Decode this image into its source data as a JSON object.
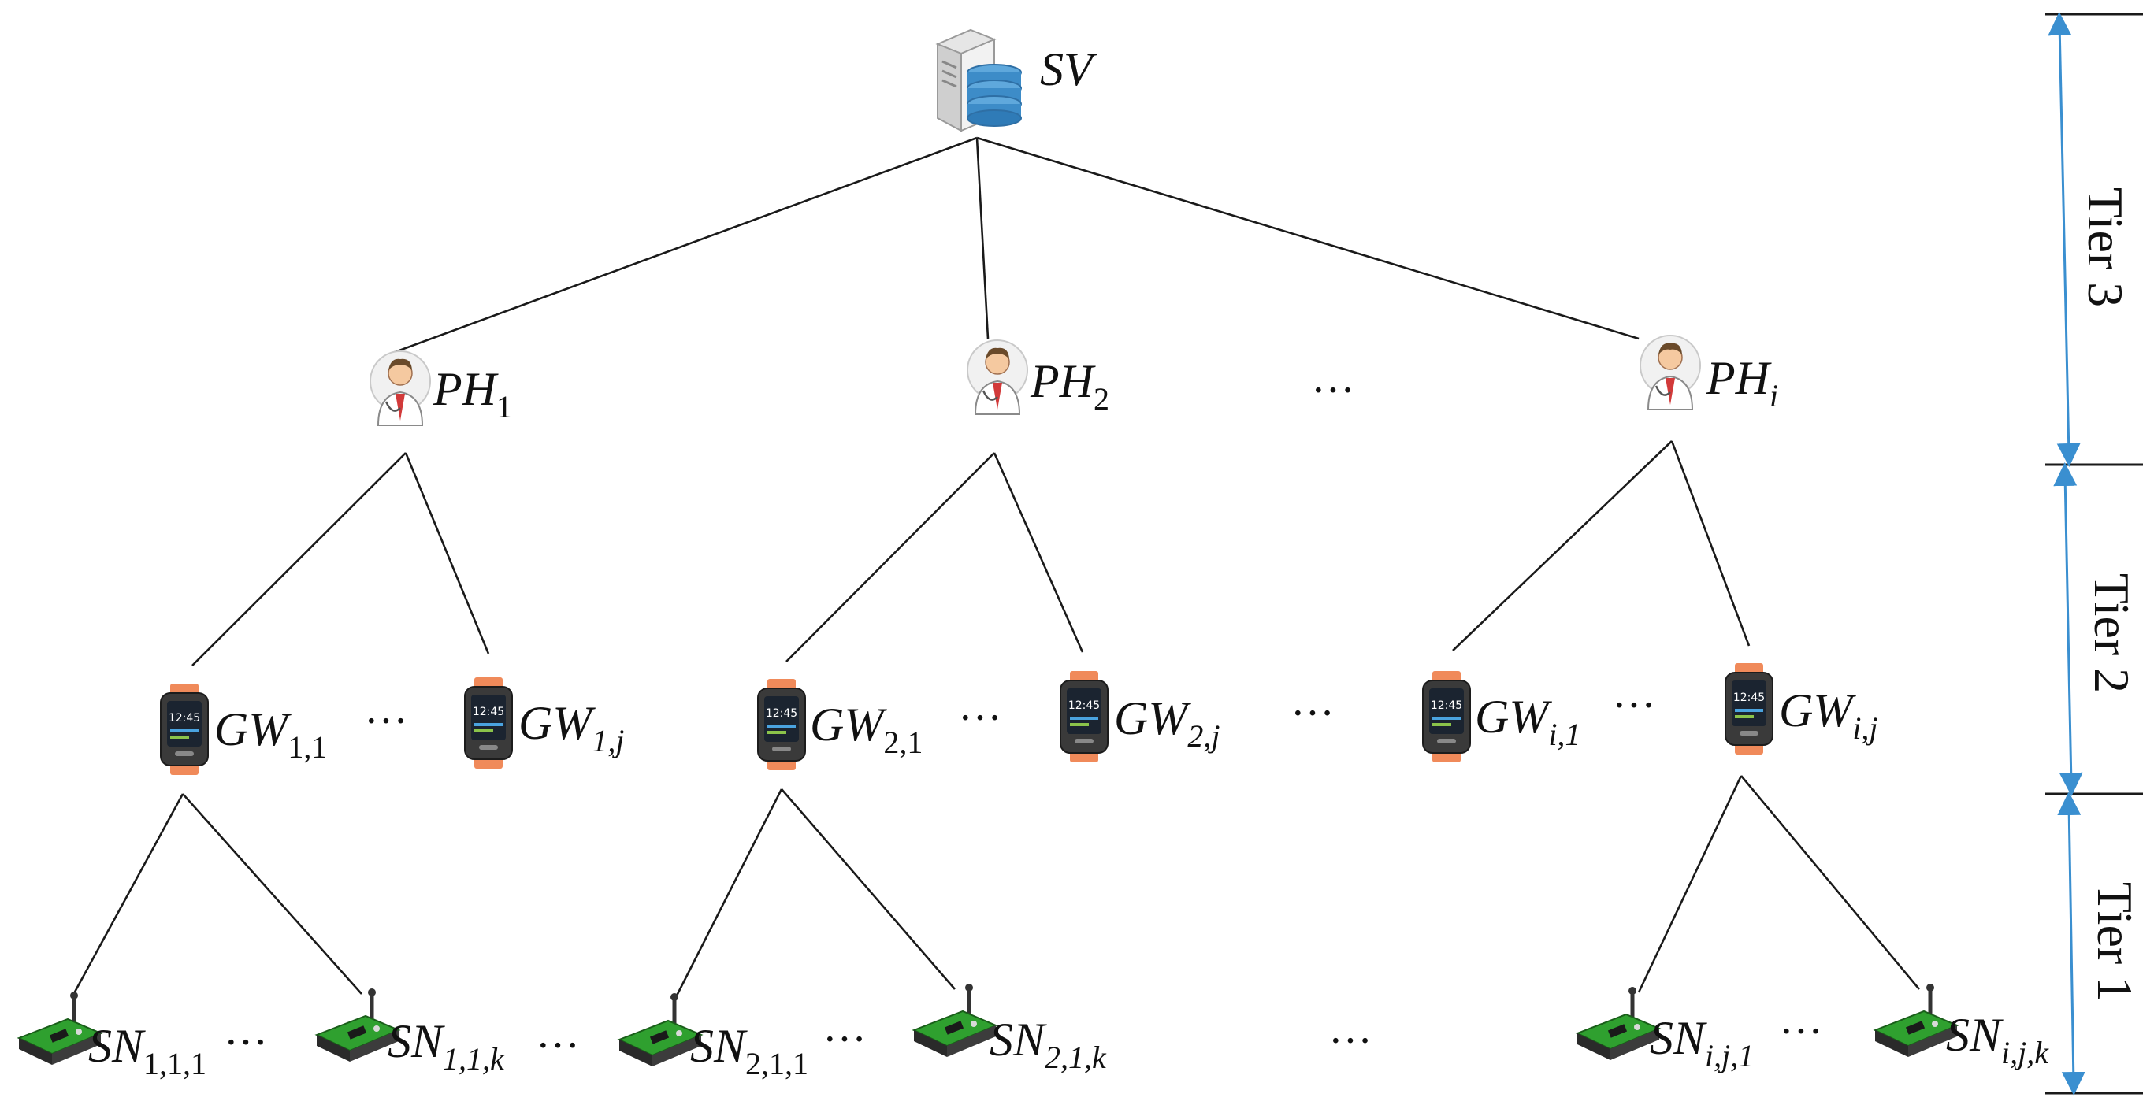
{
  "nodes": {
    "sv": {
      "name": "SV"
    },
    "ph": [
      {
        "base": "PH",
        "sub": "1"
      },
      {
        "base": "PH",
        "sub": "2"
      },
      {
        "base": "PH",
        "sub": "i"
      }
    ],
    "gw": [
      {
        "base": "GW",
        "sub": "1,1"
      },
      {
        "base": "GW",
        "sub": "1,j"
      },
      {
        "base": "GW",
        "sub": "2,1"
      },
      {
        "base": "GW",
        "sub": "2,j"
      },
      {
        "base": "GW",
        "sub": "i,1"
      },
      {
        "base": "GW",
        "sub": "i,j"
      }
    ],
    "sn": [
      {
        "base": "SN",
        "sub": "1,1,1"
      },
      {
        "base": "SN",
        "sub": "1,1,k"
      },
      {
        "base": "SN",
        "sub": "2,1,1"
      },
      {
        "base": "SN",
        "sub": "2,1,k"
      },
      {
        "base": "SN",
        "sub": "i,j,1"
      },
      {
        "base": "SN",
        "sub": "i,j,k"
      }
    ]
  },
  "ellipsis": "···",
  "tiers": [
    "Tier 3",
    "Tier 2",
    "Tier 1"
  ],
  "colors": {
    "line": "#1a1a1a",
    "tier_arrow": "#3a8fd0",
    "watch_band": "#f08a5a",
    "sensor_board": "#2fa02f"
  },
  "icons": {
    "server": "server-database-icon",
    "physician": "doctor-icon",
    "gateway": "smartwatch-icon",
    "sensor": "sensor-board-icon"
  }
}
